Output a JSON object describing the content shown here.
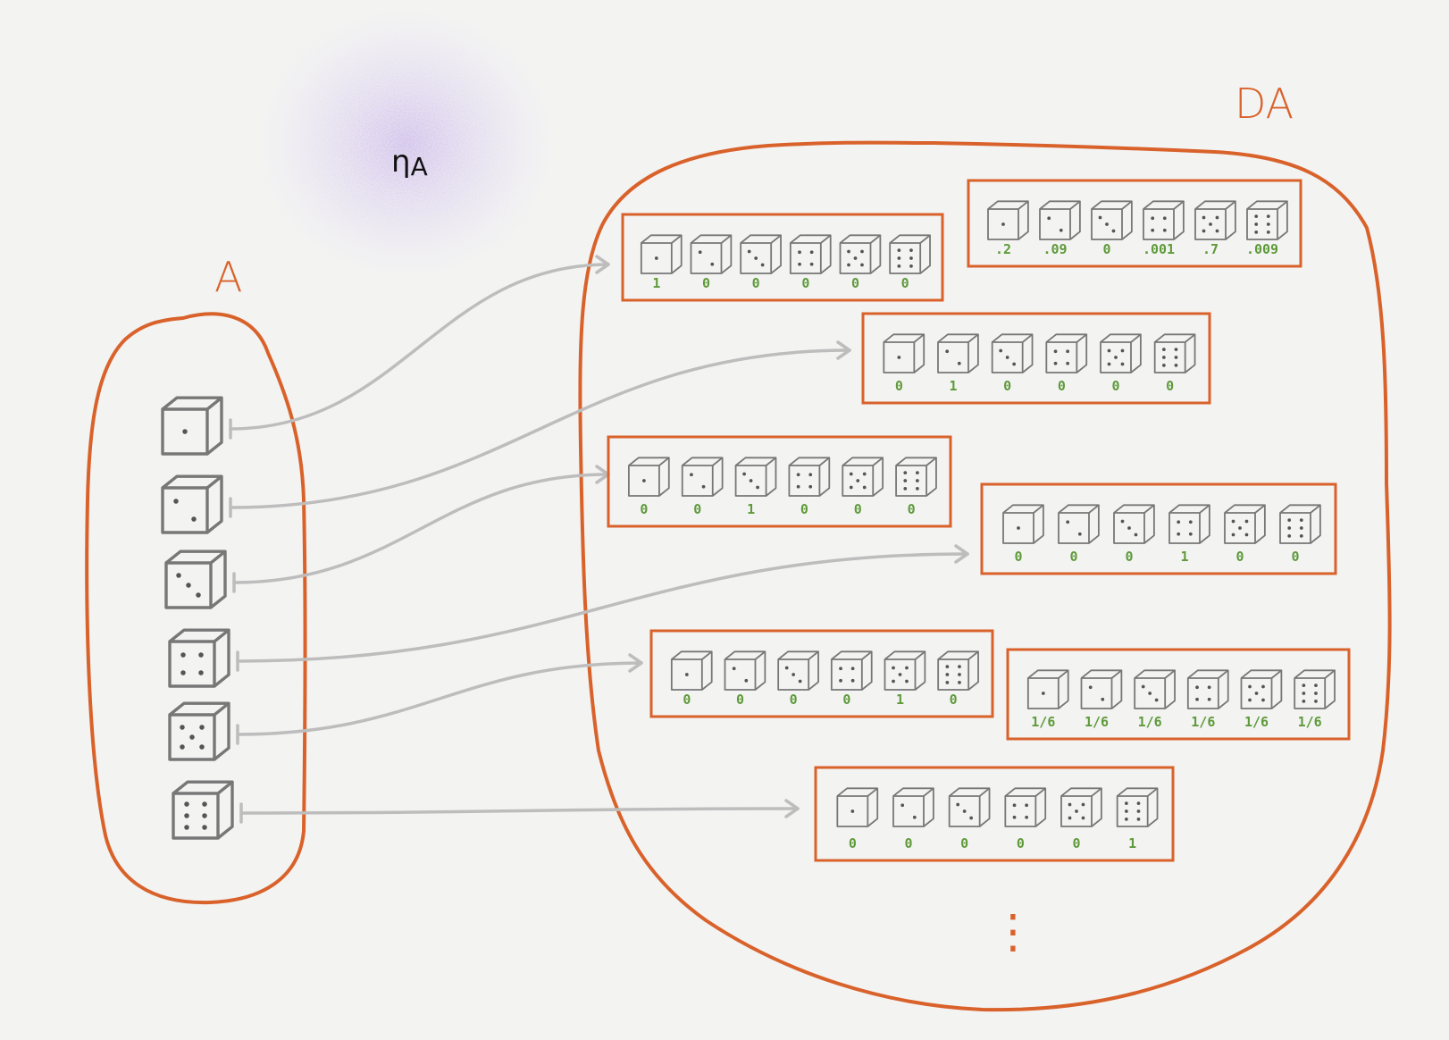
{
  "diagram": {
    "set_a_label": "A",
    "set_da_label": "DA",
    "eta_label": "η",
    "eta_subscript": "A",
    "continuation": "⋮",
    "colors": {
      "background": "#f3f3f2",
      "set_outline": "#d9622b",
      "arrow": "#bdbdbd",
      "die": "#777777",
      "probability_text": "#5e9a3a",
      "eta_glow": "#b79ae8",
      "eta_text": "#111111"
    },
    "faces": [
      1,
      2,
      3,
      4,
      5,
      6
    ],
    "distributions": [
      {
        "name": "delta-1",
        "probabilities": [
          "1",
          "0",
          "0",
          "0",
          "0",
          "0"
        ]
      },
      {
        "name": "delta-2",
        "probabilities": [
          "0",
          "1",
          "0",
          "0",
          "0",
          "0"
        ]
      },
      {
        "name": "delta-3",
        "probabilities": [
          "0",
          "0",
          "1",
          "0",
          "0",
          "0"
        ]
      },
      {
        "name": "delta-4",
        "probabilities": [
          "0",
          "0",
          "0",
          "1",
          "0",
          "0"
        ]
      },
      {
        "name": "delta-5",
        "probabilities": [
          "0",
          "0",
          "0",
          "0",
          "1",
          "0"
        ]
      },
      {
        "name": "delta-6",
        "probabilities": [
          "0",
          "0",
          "0",
          "0",
          "0",
          "1"
        ]
      },
      {
        "name": "skewed",
        "probabilities": [
          ".2",
          ".09",
          "0",
          ".001",
          ".7",
          ".009"
        ]
      },
      {
        "name": "uniform",
        "probabilities": [
          "1/6",
          "1/6",
          "1/6",
          "1/6",
          "1/6",
          "1/6"
        ]
      }
    ],
    "arrows": [
      {
        "from_face": 1,
        "to": "delta-1"
      },
      {
        "from_face": 2,
        "to": "delta-2"
      },
      {
        "from_face": 3,
        "to": "delta-3"
      },
      {
        "from_face": 4,
        "to": "delta-4"
      },
      {
        "from_face": 5,
        "to": "delta-5"
      },
      {
        "from_face": 6,
        "to": "delta-6"
      }
    ]
  }
}
